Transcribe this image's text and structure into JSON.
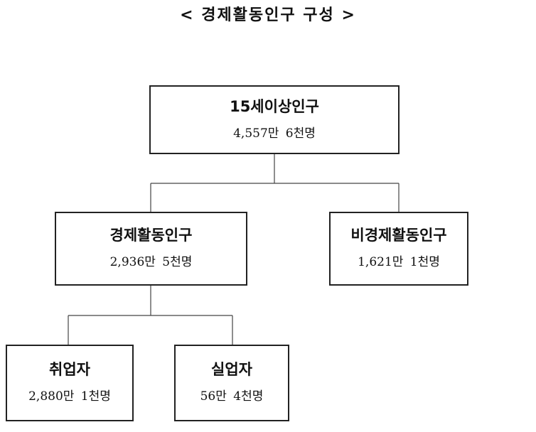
{
  "title": "< 경제활동인구 구성 >",
  "nodes": {
    "pop15": {
      "name": "15세이상인구",
      "value": "4,557만 6천명"
    },
    "active": {
      "name": "경제활동인구",
      "value": "2,936만 5천명"
    },
    "inactive": {
      "name": "비경제활동인구",
      "value": "1,621만 1천명"
    },
    "employed": {
      "name": "취업자",
      "value": "2,880만 1천명"
    },
    "unemployed": {
      "name": "실업자",
      "value": "56만 4천명"
    }
  },
  "colors": {
    "border": "#222222",
    "connector": "#444444",
    "text": "#111111"
  }
}
